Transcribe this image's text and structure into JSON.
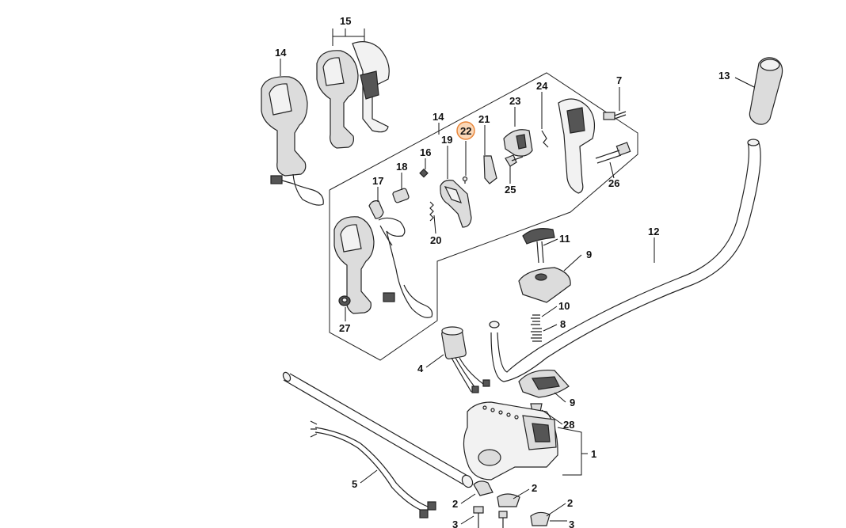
{
  "diagram": {
    "labels": {
      "p1": "1",
      "p2a": "2",
      "p2b": "2",
      "p2c": "2",
      "p3a": "3",
      "p3b": "3",
      "p4": "4",
      "p5": "5",
      "p7": "7",
      "p8": "8",
      "p9a": "9",
      "p9b": "9",
      "p10": "10",
      "p11": "11",
      "p12": "12",
      "p13": "13",
      "p14a": "14",
      "p14b": "14",
      "p15": "15",
      "p16": "16",
      "p17": "17",
      "p18": "18",
      "p19": "19",
      "p20": "20",
      "p21": "21",
      "p22": "22",
      "p23": "23",
      "p24": "24",
      "p25": "25",
      "p26": "26",
      "p27": "27",
      "p28": "28"
    },
    "highlighted_part": "22",
    "highlight_color": "#e8863a"
  }
}
